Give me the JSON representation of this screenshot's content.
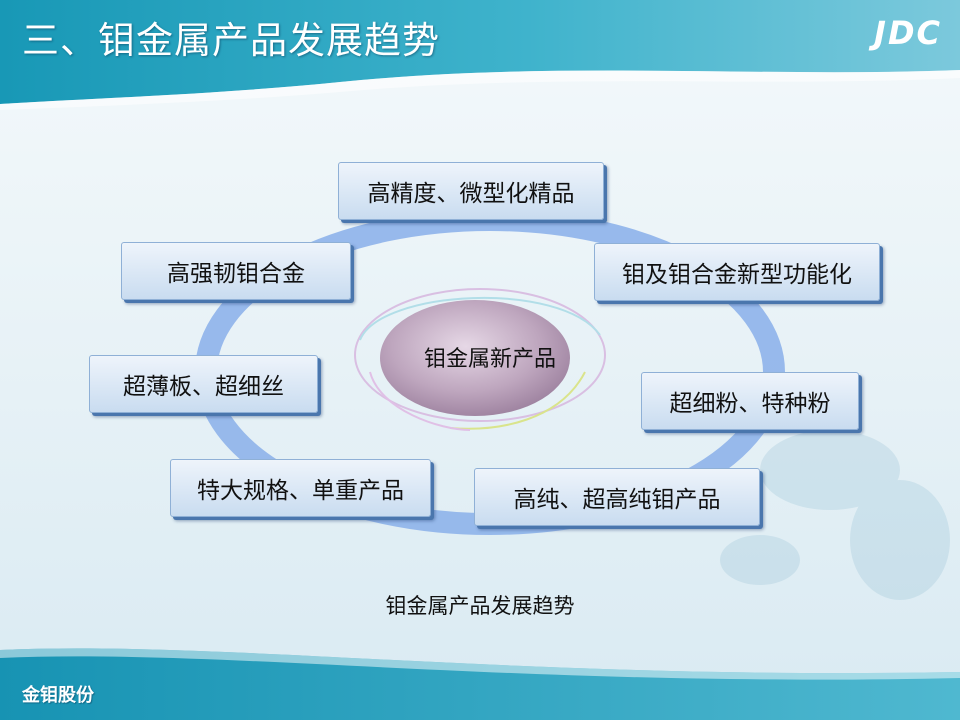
{
  "slide": {
    "title": "三、钼金属产品发展趋势",
    "logo": "JDC",
    "footer_brand": "金钼股份",
    "caption": "钼金属产品发展趋势"
  },
  "diagram": {
    "center": "钼金属新产品",
    "nodes": [
      "高精度、微型化精品",
      "钼及钼合金新型功能化",
      "超细粉、特种粉",
      "高纯、超高纯钼产品",
      "特大规格、单重产品",
      "超薄板、超细丝",
      "高强韧钼合金"
    ]
  },
  "colors": {
    "banner": "#1f9bb8",
    "ring": "#8eb2ea",
    "box_shadow": "#4a76ad",
    "center_fill": "#b8a0b8"
  }
}
